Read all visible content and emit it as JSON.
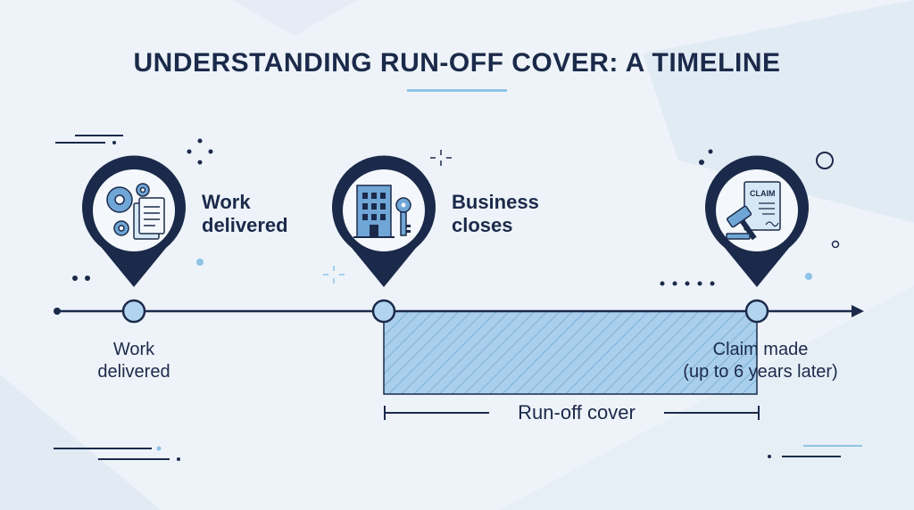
{
  "title": "UNDERSTANDING RUN-OFF COVER: A TIMELINE",
  "pins": [
    {
      "label_line1": "Work",
      "label_line2": "delivered",
      "icon": "gears-document-icon"
    },
    {
      "label_line1": "Business",
      "label_line2": "closes",
      "icon": "building-key-icon"
    },
    {
      "icon": "claim-gavel-icon",
      "badge": "CLAIM"
    }
  ],
  "timeline": {
    "points": [
      {
        "line1": "Work",
        "line2": "delivered"
      },
      {
        "line1": "",
        "line2": ""
      },
      {
        "line1": "Claim made",
        "line2": "(up to 6 years later)"
      }
    ],
    "span_label": "Run-off cover"
  },
  "colors": {
    "navy": "#1b2a4a",
    "accent_light": "#8fc3e6",
    "marker_fill": "#b3d4ef",
    "hatch_fill": "#a9cfec",
    "background": "#eef3f9"
  }
}
